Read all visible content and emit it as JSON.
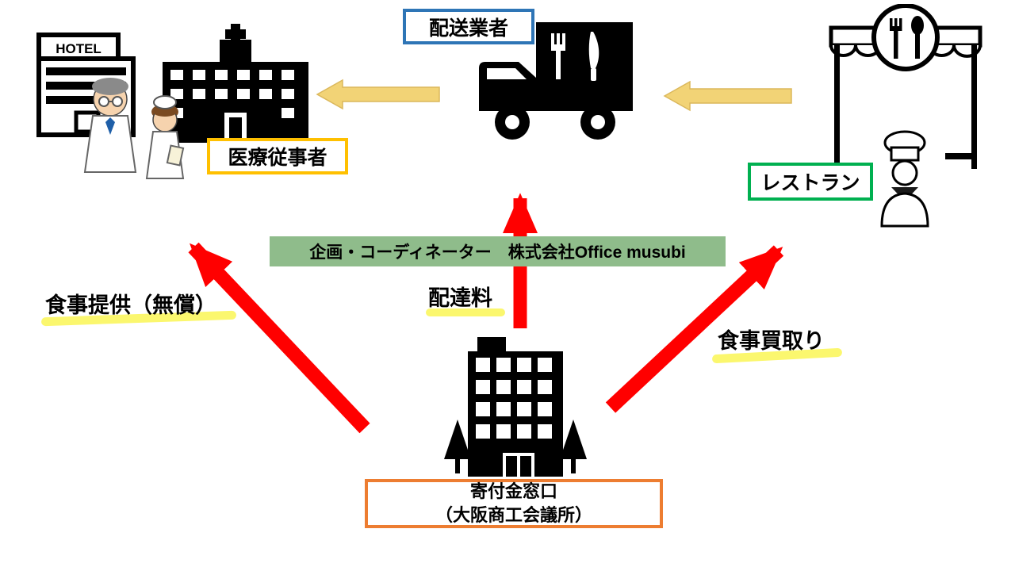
{
  "diagram": {
    "boxes": {
      "delivery": {
        "label": "配送業者",
        "border_color": "#2E75B6"
      },
      "medical": {
        "label": "医療従事者",
        "border_color": "#FFC000"
      },
      "restaurant": {
        "label": "レストラン",
        "border_color": "#00B050"
      },
      "donation": {
        "line1": "寄付金窓口",
        "line2": "（大阪商工会議所）",
        "border_color": "#ED7D31"
      }
    },
    "banner": {
      "label": "企画・コーディネーター　株式会社Office musubi",
      "bg_color": "#8FBC8B"
    },
    "edge_labels": {
      "meal_provision": "食事提供（無償）",
      "delivery_fee": "配達料",
      "meal_purchase": "食事買取り"
    },
    "hotel_sign": "HOTEL",
    "icons": {
      "hotel": "hotel-icon",
      "hospital": "hospital-icon",
      "medical_staff": "doctor-nurse-icon",
      "truck": "delivery-truck-icon",
      "storefront": "restaurant-storefront-icon",
      "chef": "chef-icon",
      "building": "office-building-icon",
      "trees": "tree-icon"
    },
    "colors": {
      "red_arrow": "#FF0000",
      "yellow_arrow": "#F2D376",
      "highlight": "#FBF76E"
    }
  }
}
